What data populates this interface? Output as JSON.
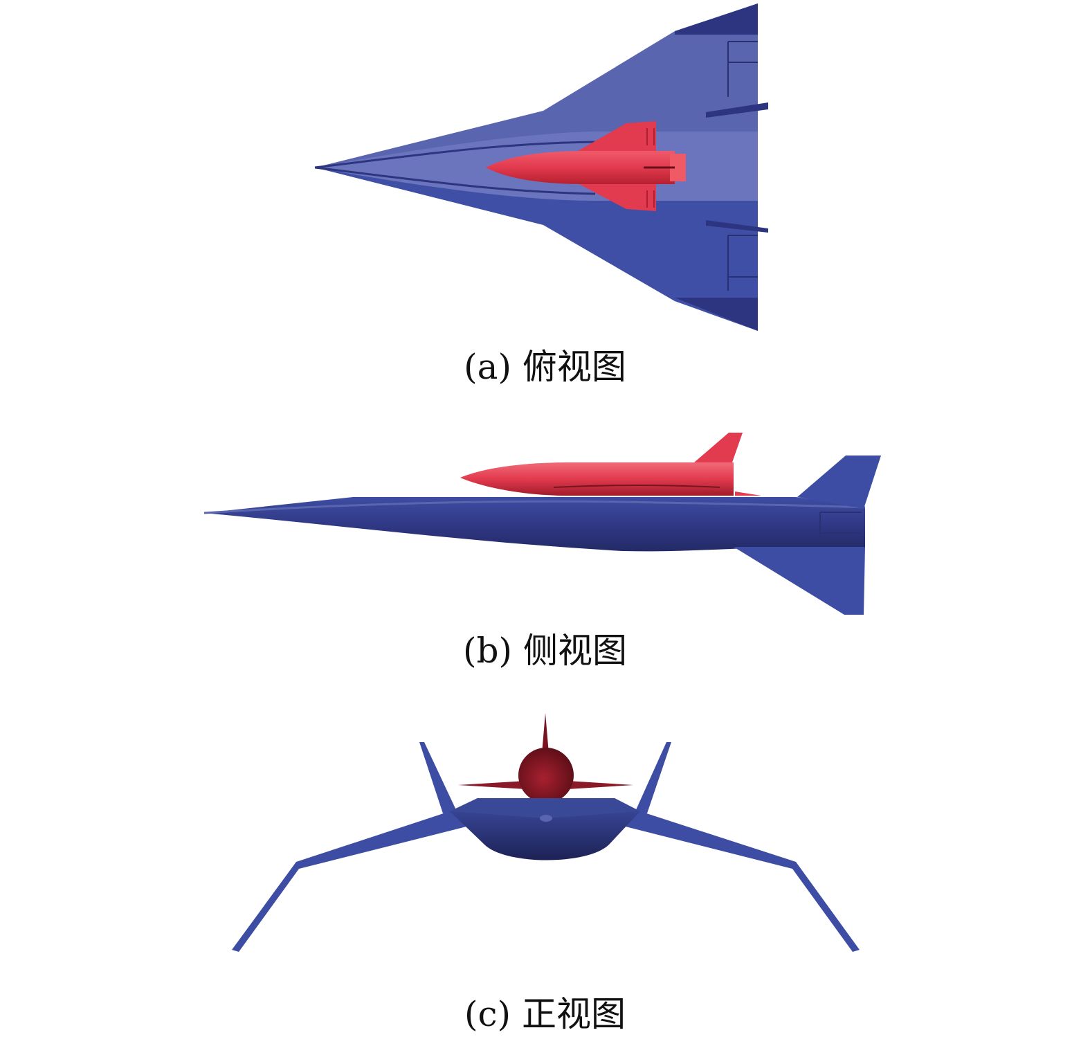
{
  "figure": {
    "colors": {
      "carrier": "#3d4da3",
      "carrier_light": "#5a65b0",
      "carrier_dark": "#2e3580",
      "orbiter": "#e23a4e",
      "orbiter_dark": "#7a1420"
    },
    "views": [
      {
        "id": "top",
        "caption": "(a) 俯视图"
      },
      {
        "id": "side",
        "caption": "(b) 侧视图"
      },
      {
        "id": "front",
        "caption": "(c) 正视图"
      }
    ]
  }
}
